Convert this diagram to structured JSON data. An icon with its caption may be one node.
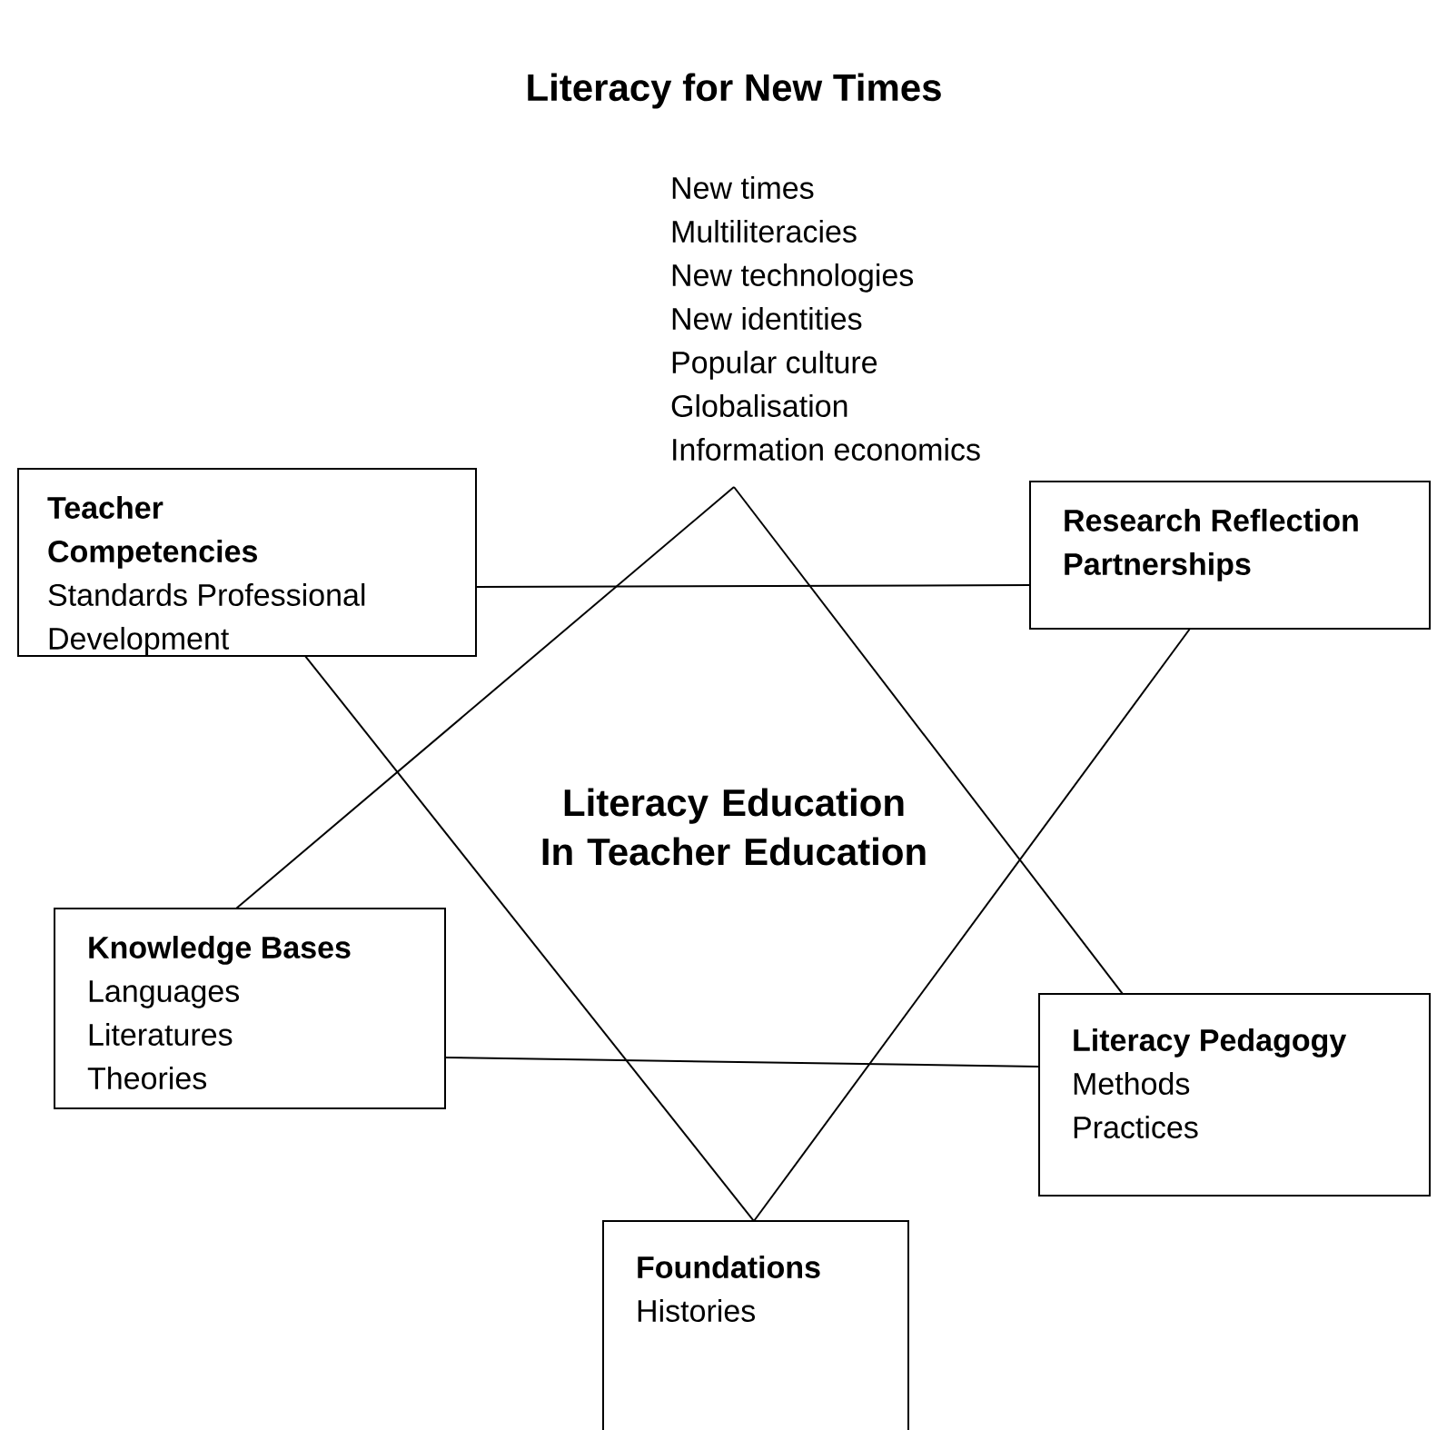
{
  "diagram": {
    "title": "Literacy for New Times",
    "nodes": [
      {
        "text": [
          "New times",
          "Multiliteracies",
          "New technologies",
          "New identities",
          "Popular culture",
          "Globalisation",
          "Information economics"
        ]
      },
      {
        "text": [
          "Teacher Competencies",
          "Standards Professional Development"
        ]
      },
      {
        "text": [
          "Research Reflection Partnerships"
        ]
      },
      {
        "text": [
          "Knowledge Bases",
          "Languages",
          "Literatures",
          "Theories"
        ]
      },
      {
        "text": [
          "Literacy Pedagogy",
          "Methods",
          "Practices"
        ]
      },
      {
        "text": [
          "Foundations",
          "Histories"
        ]
      }
    ],
    "edges": [
      {
        "from": 0,
        "to": 3,
        "arrow": "none"
      },
      {
        "from": 0,
        "to": 4,
        "arrow": "none"
      },
      {
        "from": 3,
        "to": 4,
        "arrow": "none"
      },
      {
        "from": 1,
        "to": 2,
        "arrow": "none"
      },
      {
        "from": 1,
        "to": 5,
        "arrow": "none"
      },
      {
        "from": 2,
        "to": 5,
        "arrow": "none"
      }
    ],
    "labels": [
      "Literacy Education In Teacher Education"
    ]
  }
}
